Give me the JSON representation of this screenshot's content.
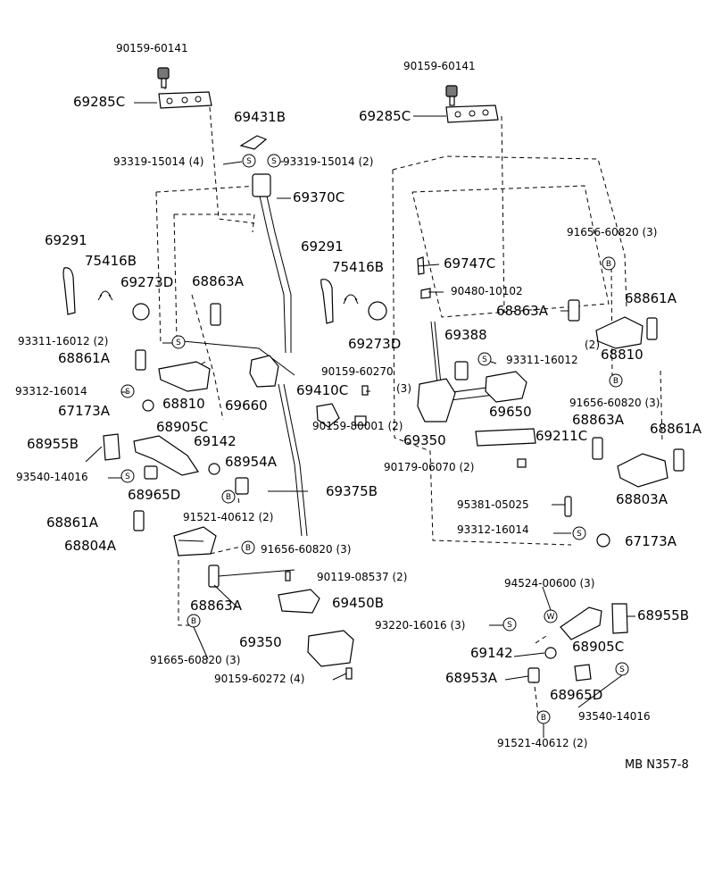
{
  "title": "",
  "reference_code": "MB N357-8",
  "symbols": {
    "screw": "S",
    "bolt": "B",
    "washer": "W"
  },
  "labels": {
    "p90159_60141_left": "90159-60141",
    "p69285C_left": "69285C",
    "p69431B": "69431B",
    "p93319_15014_4": "93319-15014 (4)",
    "p93319_15014_2": "93319-15014 (2)",
    "p69370C": "69370C",
    "p69291_left": "69291",
    "p75416B_left": "75416B",
    "p69273D_left": "69273D",
    "p68863A_left_top": "68863A",
    "p93311_16012_2": "93311-16012 (2)",
    "p68861A_left": "68861A",
    "p93312_16014_left": "93312-16014",
    "p67173A_left": "67173A",
    "p68810_left": "68810",
    "p69660": "69660",
    "p68905C_left": "68905C",
    "p68955B_left": "68955B",
    "p69142_left": "69142",
    "p68954A": "68954A",
    "p93540_14016_left": "93540-14016",
    "p68965D_left": "68965D",
    "p91521_40612_left": "91521-40612 (2)",
    "p68861A_left_low": "68861A",
    "p68804A": "68804A",
    "p91656_60820_mid": "91656-60820 (3)",
    "p68863A_left_low": "68863A",
    "p91665_60820": "91665-60820 (3)",
    "p69375B": "69375B",
    "p90119_08537": "90119-08537 (2)",
    "p69450B": "69450B",
    "p69350_bottom": "69350",
    "p90159_60272": "90159-60272 (4)",
    "p69291_mid": "69291",
    "p75416B_mid": "75416B",
    "p69273D_mid": "69273D",
    "p90159_60270": "90159-60270",
    "p69410C": "69410C",
    "p3_a": "(3)",
    "p90159_80001": "90159-80001 (2)",
    "p90159_60141_right": "90159-60141",
    "p69285C_right": "69285C",
    "p69747C": "69747C",
    "p90480_10102": "90480-10102",
    "p91656_60820_right_top": "91656-60820 (3)",
    "p68863A_right": "68863A",
    "p68861A_right_top": "68861A",
    "p69388": "69388",
    "p93311_16012_right": "93311-16012",
    "p2_right": "(2)",
    "p68810_right": "68810",
    "p69650": "69650",
    "p69350_mid": "69350",
    "p91656_60820_right_mid": "91656-60820 (3)",
    "p68863A_right_low": "68863A",
    "p68861A_right_low": "68861A",
    "p69211C": "69211C",
    "p90179_06070": "90179-06070 (2)",
    "p68803A": "68803A",
    "p95381_05025": "95381-05025",
    "p93312_16014_right": "93312-16014",
    "p67173A_right": "67173A",
    "p94524_00600": "94524-00600 (3)",
    "p93220_16016": "93220-16016 (3)",
    "p68955B_right": "68955B",
    "p68905C_right": "68905C",
    "p69142_right": "69142",
    "p68953A": "68953A",
    "p68965D_right": "68965D",
    "p93540_14016_right": "93540-14016",
    "p91521_40612_right": "91521-40612 (2)"
  }
}
